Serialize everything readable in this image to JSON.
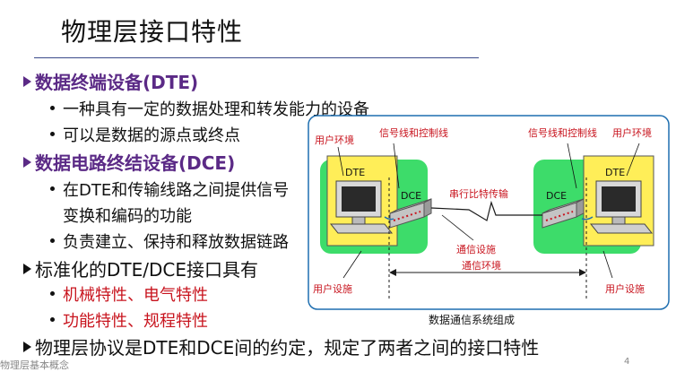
{
  "slide": {
    "title": "物理层接口特性",
    "items": [
      {
        "kind": "heading",
        "text": "数据终端设备(DTE)"
      },
      {
        "kind": "bullet",
        "text": "一种具有一定的数据处理和转发能力的设备"
      },
      {
        "kind": "bullet",
        "text": "可以是数据的源点或终点"
      },
      {
        "kind": "heading",
        "text": "数据电路终结设备(DCE)"
      },
      {
        "kind": "bullet",
        "text": "在DTE和传输线路之间提供信号"
      },
      {
        "kind": "bullet-cont",
        "text": "变换和编码的功能"
      },
      {
        "kind": "bullet",
        "text": "负责建立、保持和释放数据链路"
      },
      {
        "kind": "heading-plain",
        "text": "标准化的DTE/DCE接口具有"
      },
      {
        "kind": "bullet-red",
        "text": "机械特性、电气特性"
      },
      {
        "kind": "bullet-red",
        "text": "功能特性、规程特性"
      },
      {
        "kind": "heading-plain",
        "text": "物理层协议是DTE和DCE间的约定，规定了两者之间的接口特性"
      }
    ],
    "footer_left": "物理层基本概念",
    "page_number": "4"
  },
  "diagram": {
    "labels": {
      "user_env_left": "用户环境",
      "signal_left": "信号线和控制线",
      "signal_right": "信号线和控制线",
      "user_env_right": "用户环境",
      "dte_left": "DTE",
      "dce_left": "DCE",
      "serial": "串行比特传输",
      "dce_right": "DCE",
      "dte_right": "DTE",
      "comm_facility": "通信设施",
      "comm_env": "通信环境",
      "user_facility_left": "用户设施",
      "user_facility_right": "用户设施"
    },
    "caption": "数据通信系统组成",
    "colors": {
      "frame_border": "#1f6fb0",
      "frame_fill": "#ffffff",
      "green_zone": "#3ddc6a",
      "yellow_zone": "#ffee58",
      "red_label": "#c8141e"
    }
  }
}
